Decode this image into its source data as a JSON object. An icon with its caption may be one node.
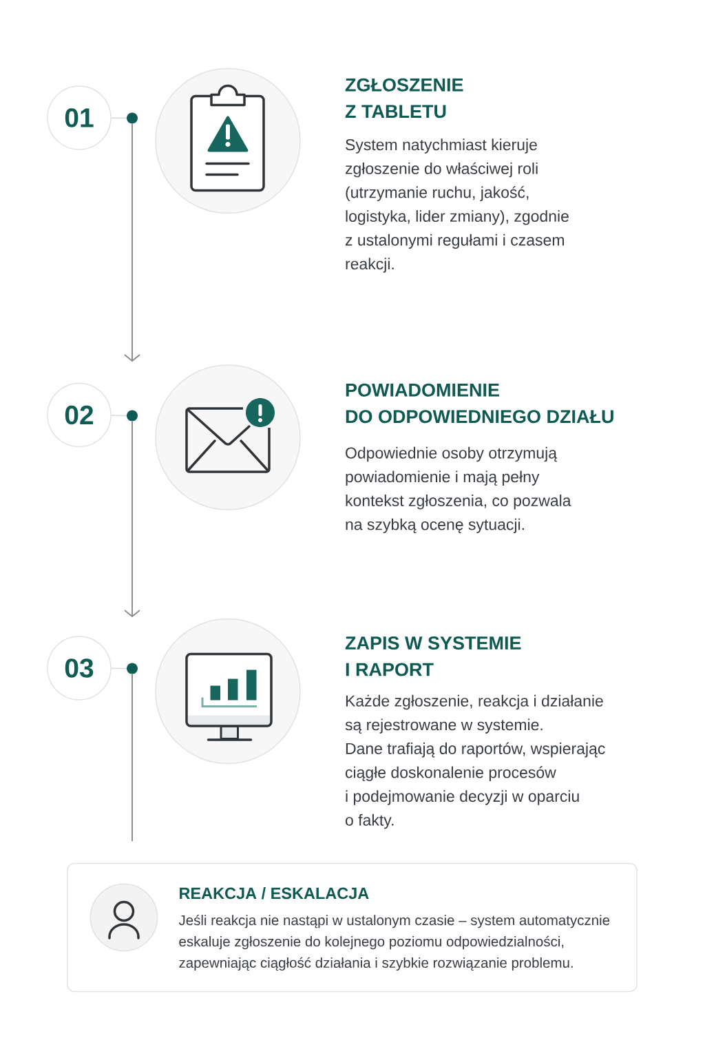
{
  "diagram": {
    "nodes": [
      {
        "text": [
          "01"
        ]
      },
      {
        "text": [],
        "shape": "circle"
      },
      {
        "text": [],
        "shape": "circle",
        "beside": [
          "ZGŁOSZENIE Z TABLETU",
          "System natychmiast kieruje zgłoszenie do właściwej roli (utrzymanie ruchu, jakość, logistyka, lider zmiany), zgodnie z ustalonymi regułami i czasem reakcji."
        ]
      },
      {
        "text": [
          "02"
        ]
      },
      {
        "text": [],
        "shape": "circle"
      },
      {
        "text": [],
        "shape": "circle",
        "beside": [
          "POWIADOMIENIE DO ODPOWIEDNIEGO DZIAŁU",
          "Odpowiednie osoby otrzymują powiadomienie i mają pełny kontekst zgłoszenia, co pozwala na szybką ocenę sytuacji."
        ]
      },
      {
        "text": [
          "03"
        ]
      },
      {
        "text": [],
        "shape": "circle"
      },
      {
        "text": [],
        "shape": "circle",
        "beside": [
          "ZAPIS W SYSTEMIE I RAPORT",
          "Każde zgłoszenie, reakcja i działanie są rejestrowane w systemie. Dane trafiają do raportów, wspierając ciągłe doskonalenie procesów i podejmowanie decyzji w oparciu o fakty."
        ]
      },
      {
        "text": [
          "REAKCJA / ESKALACJA",
          "Jeśli reakcja nie nastąpi w ustalonym czasie – system automatycznie eskaluje zgłoszenie do kolejnego poziomu odpowiedzialności, zapewniając ciągłość działania i szybkie rozwiązanie problemu."
        ]
      },
      {
        "text": [],
        "shape": "circle",
        "in": 9
      }
    ],
    "edges": [
      {
        "from": 0,
        "to": 1,
        "arrow": "none",
        "color": "#d9d9d9"
      },
      {
        "from": 1,
        "to": null,
        "arrow": "to"
      },
      {
        "from": 3,
        "to": 4,
        "arrow": "none",
        "color": "#d9d9d9"
      },
      {
        "from": 4,
        "to": null,
        "arrow": "to"
      },
      {
        "from": 6,
        "to": 7,
        "arrow": "none",
        "color": "#d9d9d9"
      },
      {
        "from": 7,
        "to": 9,
        "arrow": "none"
      }
    ]
  }
}
